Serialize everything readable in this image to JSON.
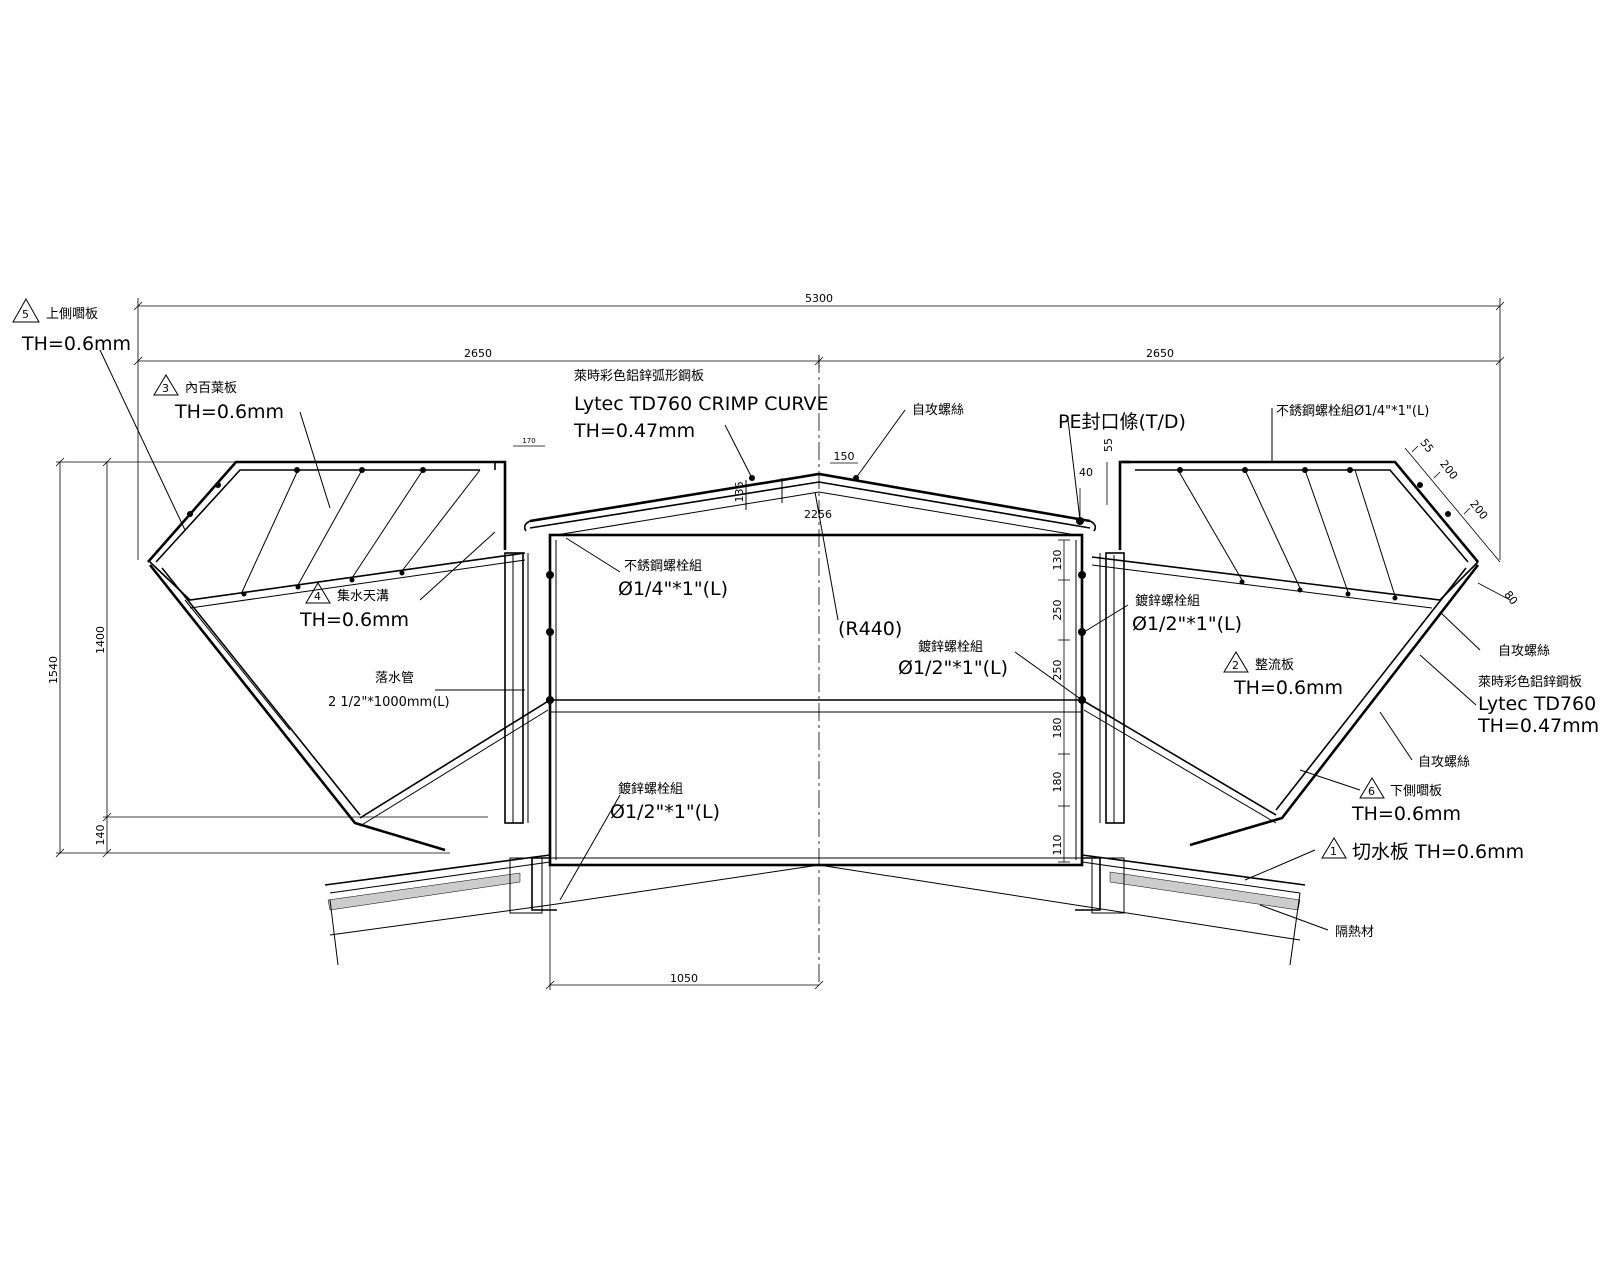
{
  "dimensions": {
    "overall_width": "5300",
    "half_left": "2650",
    "half_right": "2650",
    "height_total": "1540",
    "height_1400": "1400",
    "height_140": "140",
    "bottom_span": "1050",
    "ridge_150": "150",
    "ridge_2256": "2256",
    "v_136": "136",
    "top_170": "170",
    "right_40": "40",
    "right_55": "55",
    "right_55b": "55",
    "right_200a": "200",
    "right_200b": "200",
    "right_80": "80",
    "right_130": "130",
    "right_250a": "250",
    "right_250b": "250",
    "right_180a": "180",
    "right_180b": "180",
    "right_110": "110"
  },
  "labels": {
    "tag5_num": "5",
    "tag5_name": "上側嚪板",
    "tag5_th": "TH=0.6mm",
    "tag3_num": "3",
    "tag3_name": "內百葉板",
    "tag3_th": "TH=0.6mm",
    "roof_cn": "萊時彩色鋁鋅弧形鋼板",
    "roof_en": "Lytec TD760 CRIMP CURVE",
    "roof_th": "TH=0.47mm",
    "screw_top": "自攻螺絲",
    "pe_strip": "PE封口條(T/D)",
    "ss_bolt_right": "不銹鋼螺栓組Ø1/4\"*1\"(L)",
    "ss_bolt_center_1": "不銹鋼螺栓組",
    "ss_bolt_center_2": "Ø1/4\"*1\"(L)",
    "tag4_num": "4",
    "tag4_name": "集水天溝",
    "tag4_th": "TH=0.6mm",
    "radius": "(R440)",
    "galv_right_1": "鍍鋅螺栓組",
    "galv_right_2": "Ø1/2\"*1\"(L)",
    "galv_mid_1": "鍍鋅螺栓組",
    "galv_mid_2": "Ø1/2\"*1\"(L)",
    "downpipe_1": "落水管",
    "downpipe_2": "2 1/2\"*1000mm(L)",
    "galv_low_1": "鍍鋅螺栓組",
    "galv_low_2": "Ø1/2\"*1\"(L)",
    "tag2_num": "2",
    "tag2_name": "整流板",
    "tag2_th": "TH=0.6mm",
    "screw_right_1": "自攻螺絲",
    "lytec_right_cn": "萊時彩色鋁鋅鋼板",
    "lytec_right_en": "Lytec TD760",
    "lytec_right_th": "TH=0.47mm",
    "screw_right_2": "自攻螺絲",
    "tag6_num": "6",
    "tag6_name": "下側嚪板",
    "tag6_th": "TH=0.6mm",
    "tag1_num": "1",
    "tag1_text": "切水板 TH=0.6mm",
    "insulation": "隔熱材"
  }
}
